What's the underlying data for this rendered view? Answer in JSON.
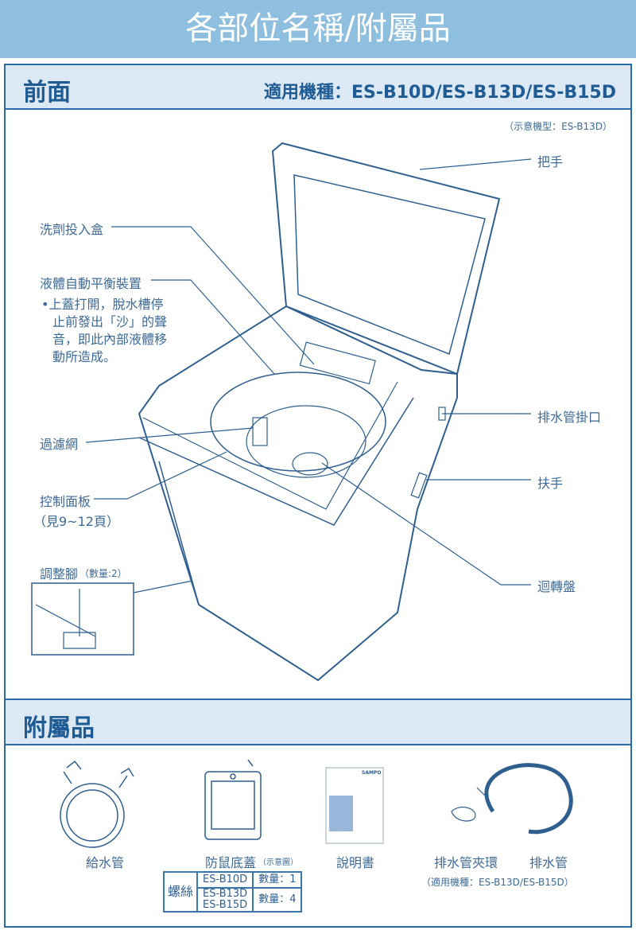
{
  "title": "各部位名稱/附屬品",
  "front": {
    "heading": "前面",
    "models": "適用機種：ES-B10D/ES-B13D/ES-B15D",
    "sample": "（示意機型：ES-B13D）",
    "labels": {
      "handle": "把手",
      "detergent_box": "洗劑投入盒",
      "balancer": "液體自動平衡裝置",
      "balancer_note": [
        "•上蓋打開，脫水槽停",
        "止前發出「沙」的聲",
        "音，即此內部液體移",
        "動所造成。"
      ],
      "filter": "過濾網",
      "control_panel": "控制面板",
      "control_panel_ref": "（見9~12頁）",
      "feet": "調整腳",
      "feet_qty": "（數量:2）",
      "hose_hook": "排水管掛口",
      "grip": "扶手",
      "pulsator": "迴轉盤"
    }
  },
  "accessories": {
    "heading": "附屬品",
    "items": {
      "inlet_hose": "給水管",
      "rat_cover": "防鼠底蓋",
      "rat_cover_note": "（示意圖）",
      "manual": "說明書",
      "manual_brand": "SAMPO",
      "clamp": "排水管夾環",
      "drain_hose": "排水管",
      "drain_note": "（適用機種：ES-B13D/ES-B15D）"
    },
    "screws": {
      "label": "螺絲",
      "rows": [
        {
          "model": "ES-B10D",
          "qty": "數量：1"
        },
        {
          "model": "ES-B13D",
          "model2": "ES-B15D",
          "qty": "數量：4"
        }
      ]
    }
  }
}
